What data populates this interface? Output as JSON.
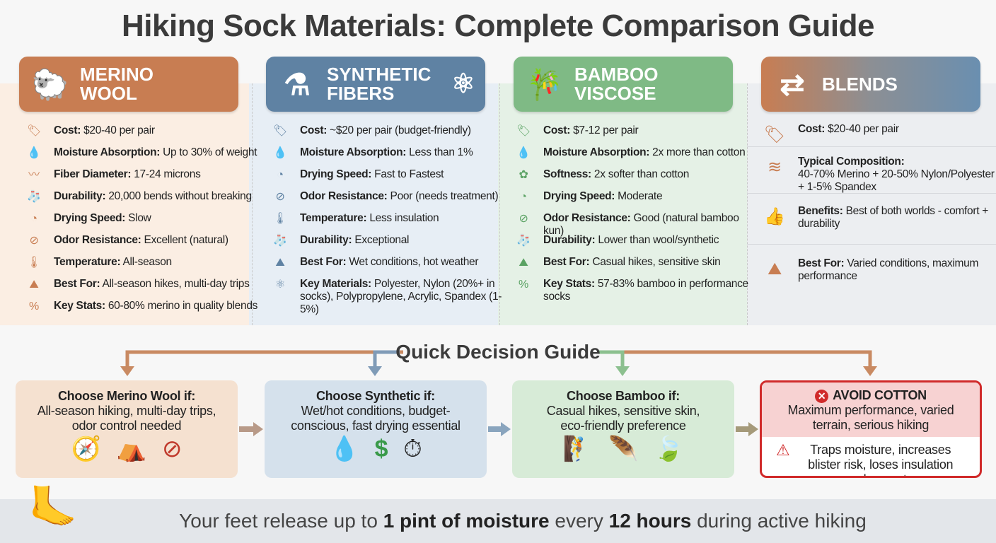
{
  "title": "Hiking Sock Materials: Complete Comparison Guide",
  "colors": {
    "merino": "#c87d52",
    "synthetic": "#5f82a3",
    "bamboo": "#7fba85",
    "blends_start": "#c87d52",
    "blends_end": "#6a8fb0",
    "avoid": "#d02a2a"
  },
  "columns": [
    {
      "name": "MERINO WOOL",
      "icon": "sheep-icon",
      "rows": [
        {
          "label": "Cost:",
          "value": " $20-40 per pair",
          "icon": "price-tag-icon"
        },
        {
          "label": "Moisture Absorption:",
          "value": " Up to 30% of weight",
          "icon": "water-drop-icon"
        },
        {
          "label": "Fiber Diameter:",
          "value": " 17-24 microns",
          "icon": "fiber-icon"
        },
        {
          "label": "Durability:",
          "value": " 20,000 bends without breaking",
          "icon": "sock-icon"
        },
        {
          "label": "Drying Speed:",
          "value": " Slow",
          "icon": "timer-icon"
        },
        {
          "label": "Odor Resistance:",
          "value": " Excellent (natural)",
          "icon": "no-odor-icon"
        },
        {
          "label": "Temperature:",
          "value": " All-season",
          "icon": "thermometer-icon"
        },
        {
          "label": "Best For:",
          "value": " All-season hikes, multi-day trips",
          "icon": "hiker-icon"
        },
        {
          "label": "Key Stats:",
          "value": " 60-80% merino in quality blends",
          "icon": "percent-icon"
        }
      ]
    },
    {
      "name": "SYNTHETIC FIBERS",
      "icon": "flask-icon",
      "rows": [
        {
          "label": "Cost:",
          "value": " ~$20 per pair (budget-friendly)",
          "icon": "price-tag-icon"
        },
        {
          "label": "Moisture Absorption:",
          "value": " Less than 1%",
          "icon": "water-drop-icon"
        },
        {
          "label": "Drying Speed:",
          "value": " Fast to Fastest",
          "icon": "timer-icon"
        },
        {
          "label": "Odor Resistance:",
          "value": " Poor (needs treatment)",
          "icon": "no-odor-icon"
        },
        {
          "label": "Temperature:",
          "value": " Less insulation",
          "icon": "thermometer-icon"
        },
        {
          "label": "Durability:",
          "value": " Exceptional",
          "icon": "sock-icon"
        },
        {
          "label": "Best For:",
          "value": " Wet conditions, hot weather",
          "icon": "hiker-icon"
        },
        {
          "label": "Key Materials:",
          "value": " Polyester, Nylon (20%+ in socks), Polypropylene, Acrylic, Spandex (1-5%)",
          "icon": "molecule-icon"
        }
      ]
    },
    {
      "name": "BAMBOO VISCOSE",
      "icon": "bamboo-icon",
      "rows": [
        {
          "label": "Cost:",
          "value": " $7-12 per pair",
          "icon": "price-tag-icon"
        },
        {
          "label": "Moisture Absorption:",
          "value": " 2x more than cotton",
          "icon": "water-drop-icon"
        },
        {
          "label": "Softness:",
          "value": " 2x softer than cotton",
          "icon": "cotton-icon"
        },
        {
          "label": "Drying Speed:",
          "value": " Moderate",
          "icon": "timer-icon"
        },
        {
          "label": "Odor Resistance:",
          "value": " Good (natural bamboo kun)",
          "icon": "no-odor-icon"
        },
        {
          "label": "Durability:",
          "value": " Lower than wool/synthetic",
          "icon": "sock-icon"
        },
        {
          "label": "Best For:",
          "value": " Casual hikes, sensitive skin",
          "icon": "hiker-icon"
        },
        {
          "label": "Key Stats:",
          "value": " 57-83% bamboo in performance socks",
          "icon": "percent-icon"
        }
      ]
    },
    {
      "name": "BLENDS",
      "icon": "shuffle-icon",
      "rows": [
        {
          "label": "Cost:",
          "value": " $20-40 per pair",
          "icon": "price-tag-icon"
        },
        {
          "label": "Typical Composition:",
          "value": "40-70% Merino + 20-50% Nylon/Polyester + 1-5% Spandex",
          "icon": "fibers-icon"
        },
        {
          "label": "Benefits:",
          "value": " Best of both worlds - comfort + durability",
          "icon": "thumbs-up-icon"
        },
        {
          "label": "Best For:",
          "value": " Varied conditions, maximum performance",
          "icon": "hiker-icon"
        }
      ]
    }
  ],
  "decision": {
    "title": "Quick Decision Guide",
    "boxes": [
      {
        "title": "Choose Merino Wool if:",
        "text": "All-season hiking, multi-day trips, odor control needed"
      },
      {
        "title": "Choose Synthetic if:",
        "text": "Wet/hot conditions, budget-conscious, fast drying essential"
      },
      {
        "title": "Choose Bamboo if:",
        "text": "Casual hikes, sensitive skin, eco-friendly preference"
      }
    ],
    "avoid": {
      "title": "AVOID COTTON",
      "text": "Maximum performance, varied terrain, serious hiking",
      "warning": "Traps moisture, increases blister risk, loses insulation when wet"
    }
  },
  "footer": {
    "p1": "Your feet release up to ",
    "b1": "1 pint of moisture",
    "p2": " every ",
    "b2": "12 hours",
    "p3": " during active hiking"
  }
}
